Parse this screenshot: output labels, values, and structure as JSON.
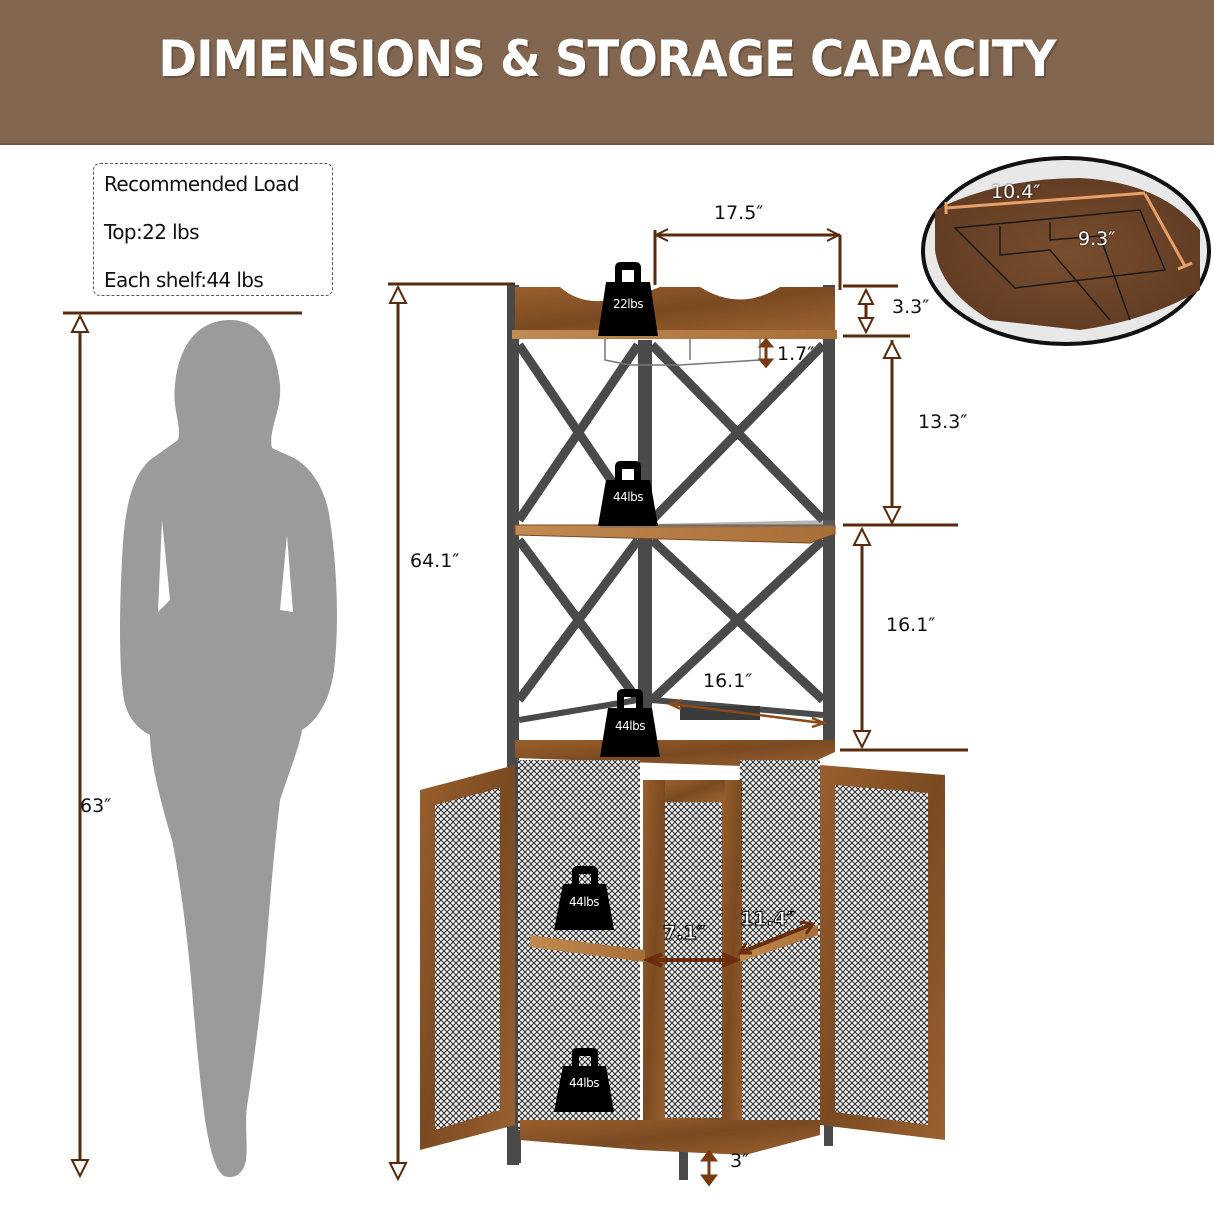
{
  "banner": {
    "title": "DIMENSIONS & STORAGE CAPACITY",
    "bg_color": "#82664f"
  },
  "recommended_load": {
    "heading": "Recommended Load",
    "top": "Top:22 lbs",
    "each_shelf": "Each shelf:44 lbs"
  },
  "silhouette": {
    "height_label": "63″"
  },
  "cabinet": {
    "total_height": "64.1″",
    "top_width": "17.5″",
    "top_rail_height": "3.3″",
    "glass_rack_height": "1.7″",
    "upper_shelf_gap": "13.3″",
    "middle_shelf_gap": "16.1″",
    "shelf_depth": "16.1″",
    "inner_front_width": "7.1″",
    "inner_side_depth": "11.4″",
    "leg_height": "3″"
  },
  "inset": {
    "rack_length": "10.4″",
    "rack_width": "9.3″"
  },
  "weights": [
    {
      "label": "22lbs",
      "position": "top"
    },
    {
      "label": "44lbs",
      "position": "upper-shelf"
    },
    {
      "label": "44lbs",
      "position": "countertop"
    },
    {
      "label": "44lbs",
      "position": "cabinet-upper"
    },
    {
      "label": "44lbs",
      "position": "cabinet-lower"
    }
  ],
  "colors": {
    "dimension_line": "#5a2a0c",
    "wood": "#8a5428",
    "wood_light": "#b07a40",
    "frame": "#4a4a4a",
    "silhouette": "#9b9b9b",
    "inset_line": "#e8a068"
  }
}
